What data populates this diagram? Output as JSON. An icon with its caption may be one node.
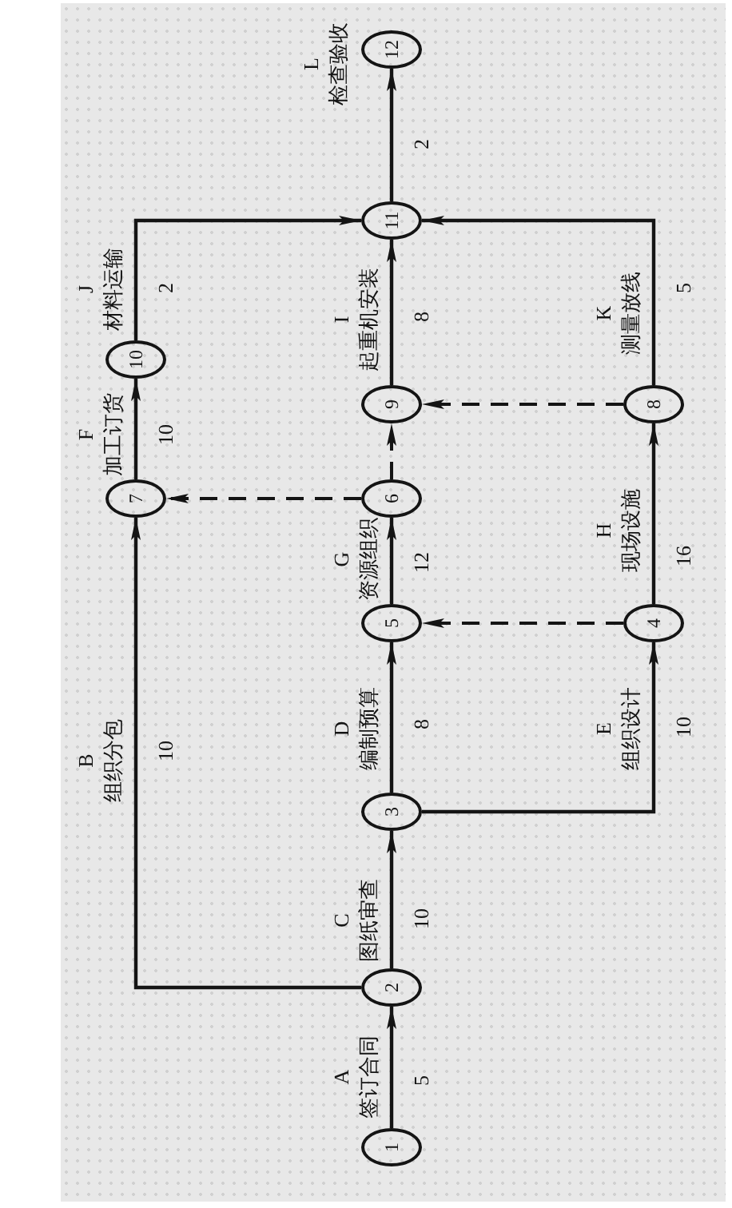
{
  "diagram": {
    "nodes": [
      {
        "text": [
          "1"
        ]
      },
      {
        "text": [
          "2"
        ]
      },
      {
        "text": [
          "3"
        ]
      },
      {
        "text": [
          "4"
        ]
      },
      {
        "text": [
          "5"
        ]
      },
      {
        "text": [
          "6"
        ]
      },
      {
        "text": [
          "7"
        ]
      },
      {
        "text": [
          "8"
        ]
      },
      {
        "text": [
          "9"
        ]
      },
      {
        "text": [
          "10"
        ]
      },
      {
        "text": [
          "11"
        ]
      },
      {
        "text": [
          "12"
        ]
      }
    ],
    "edges": [
      {
        "from": 0,
        "to": 1,
        "arrow": "to",
        "label": "A 签订合同"
      },
      {
        "from": 1,
        "to": 6,
        "arrow": "to",
        "label": "B 组织分包"
      },
      {
        "from": 1,
        "to": 2,
        "arrow": "to",
        "label": "C 图纸审查"
      },
      {
        "from": 2,
        "to": 4,
        "arrow": "to",
        "label": "D 编制预算"
      },
      {
        "from": 2,
        "to": 3,
        "arrow": "to",
        "label": "E 组织设计"
      },
      {
        "from": 6,
        "to": 9,
        "arrow": "to",
        "label": "F 加工订货"
      },
      {
        "from": 4,
        "to": 5,
        "arrow": "to",
        "label": "G 资源组织"
      },
      {
        "from": 3,
        "to": 7,
        "arrow": "to",
        "label": "H 现场设施"
      },
      {
        "from": 8,
        "to": 10,
        "arrow": "to",
        "label": "I 起重机安装"
      },
      {
        "from": 9,
        "to": 10,
        "arrow": "to",
        "label": "J 材料运输"
      },
      {
        "from": 7,
        "to": 10,
        "arrow": "to",
        "label": "K 测量放线"
      },
      {
        "from": 10,
        "to": 11,
        "arrow": "to",
        "label": "L 检查验收"
      },
      {
        "from": 3,
        "to": 4,
        "arrow": "to",
        "style": "dashed"
      },
      {
        "from": 5,
        "to": 6,
        "arrow": "to",
        "style": "dashed"
      },
      {
        "from": 5,
        "to": 8,
        "arrow": "to",
        "style": "dashed"
      },
      {
        "from": 7,
        "to": 8,
        "arrow": "to",
        "style": "dashed"
      }
    ],
    "labels": [
      "5",
      "10",
      "10",
      "8",
      "10",
      "10",
      "12",
      "16",
      "8",
      "2",
      "5",
      "2"
    ]
  }
}
